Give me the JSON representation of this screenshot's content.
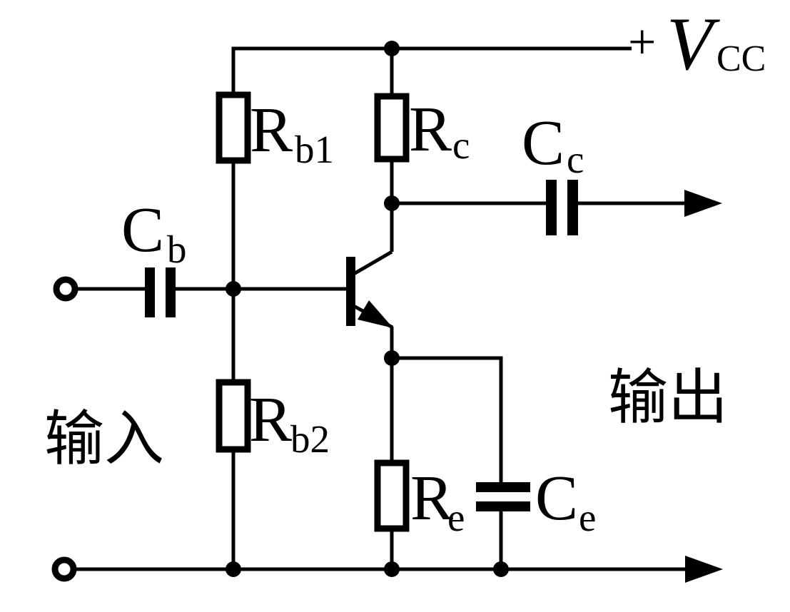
{
  "labels": {
    "supply": {
      "plus": "+",
      "main": "V",
      "sub": "CC"
    },
    "rb1": {
      "main": "R",
      "sub": "b1"
    },
    "rc": {
      "main": "R",
      "sub": "c"
    },
    "cc": {
      "main": "C",
      "sub": "c"
    },
    "cb": {
      "main": "C",
      "sub": "b"
    },
    "rb2": {
      "main": "R",
      "sub": "b2"
    },
    "re": {
      "main": "R",
      "sub": "e"
    },
    "ce": {
      "main": "C",
      "sub": "e"
    },
    "input": "输入",
    "output": "输出"
  },
  "colors": {
    "stroke": "#000000",
    "background": "#ffffff"
  }
}
